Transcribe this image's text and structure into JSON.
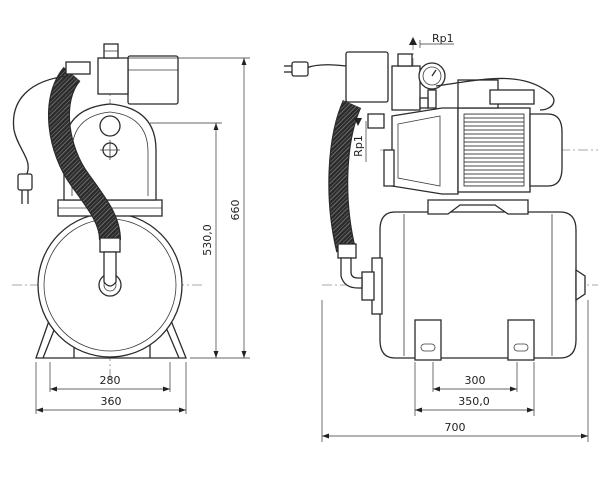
{
  "drawing": {
    "front_view": {
      "dim_base_inner": "280",
      "dim_base_outer": "360",
      "dim_outlet_height": "530,0",
      "dim_total_height": "660"
    },
    "side_view": {
      "label_outlet_thread": "Rp1",
      "label_inlet_thread": "Rp1",
      "dim_feet_spacing": "300",
      "dim_tank_mount": "350,0",
      "dim_total_length": "700"
    }
  }
}
